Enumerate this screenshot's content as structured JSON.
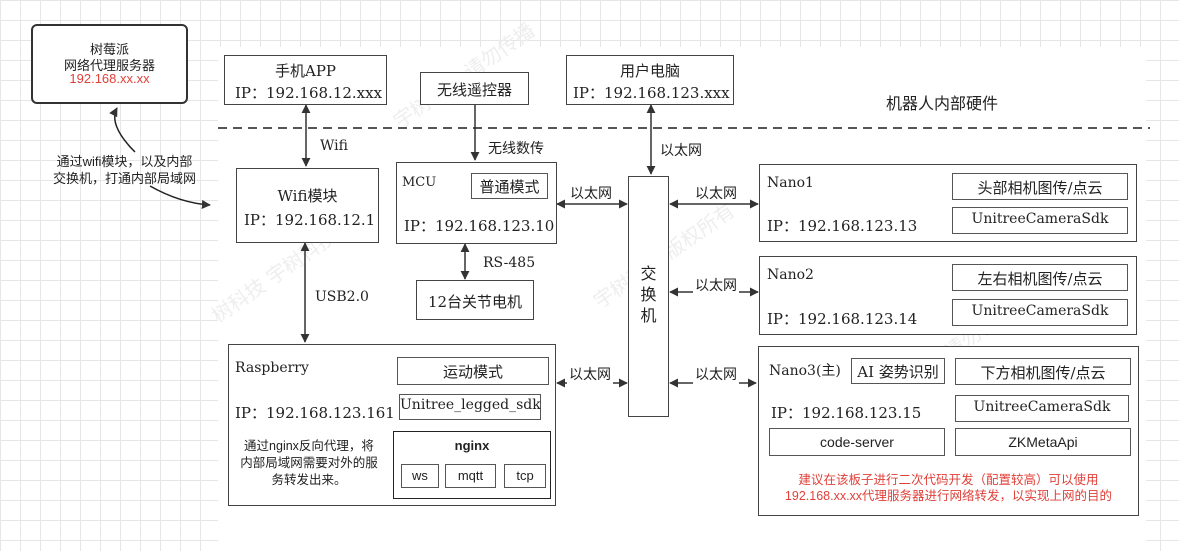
{
  "pi": {
    "title": "树莓派",
    "subtitle": "网络代理服务器",
    "ip": "192.168.xx.xx"
  },
  "pi_note": "通过wifi模块，以及内部\n交换机，打通内部局域网",
  "hw_label": "机器人内部硬件",
  "phone": {
    "title": "手机APP",
    "ip": "IP：192.168.12.xxx"
  },
  "remote": {
    "title": "无线遥控器"
  },
  "pc": {
    "title": "用户电脑",
    "ip": "IP：192.168.123.xxx"
  },
  "wifi": {
    "title": "Wifi模块",
    "ip": "IP：192.168.12.1"
  },
  "mcu": {
    "title": "MCU",
    "mode": "普通模式",
    "ip": "IP：192.168.123.10"
  },
  "motor": {
    "title": "12台关节电机"
  },
  "switch": {
    "title": "交\n换\n机"
  },
  "raspberry": {
    "title": "Raspberry",
    "mode": "运动模式",
    "ip": "IP：192.168.123.161",
    "sdk": "Unitree_legged_sdk",
    "note": "通过nginx反向代理，将\n内部局域网需要对外的服\n务转发出来。"
  },
  "nginx": {
    "title": "nginx",
    "items": [
      "ws",
      "mqtt",
      "tcp"
    ]
  },
  "nano1": {
    "title": "Nano1",
    "func": "头部相机图传/点云",
    "sdk": "UnitreeCameraSdk",
    "ip": "IP：192.168.123.13"
  },
  "nano2": {
    "title": "Nano2",
    "func": "左右相机图传/点云",
    "sdk": "UnitreeCameraSdk",
    "ip": "IP：192.168.123.14"
  },
  "nano3": {
    "title": "Nano3(主)",
    "ai": "AI 姿势识别",
    "func": "下方相机图传/点云",
    "sdk": "UnitreeCameraSdk",
    "ip": "IP：192.168.123.15",
    "code_server": "code-server",
    "zk": "ZKMetaApi",
    "note": "建议在该板子进行二次代码开发（配置较高）可以使用\n192.168.xx.xx代理服务器进行网络转发，以实现上网的目的"
  },
  "links": {
    "wifi": "Wifi",
    "wireless": "无线数传",
    "ethernet": "以太网",
    "rs485": "RS-485",
    "usb": "USB2.0"
  },
  "colors": {
    "accent": "#e0403a",
    "line": "#444444"
  }
}
